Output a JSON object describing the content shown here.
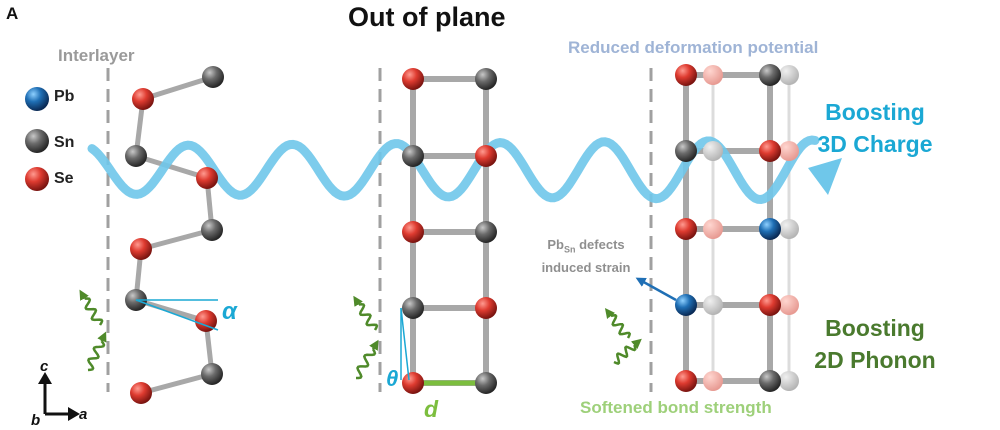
{
  "panel_letter": "A",
  "title": "Out of plane",
  "labels": {
    "interlayer": "Interlayer",
    "reduced_deformation": "Reduced deformation potential",
    "softened_bond": "Softened bond strength",
    "boosting_3d_line1": "Boosting",
    "boosting_3d_line2": "3D Charge",
    "boosting_2d_line1": "Boosting",
    "boosting_2d_line2": "2D Phonon",
    "defect_main": "Pb",
    "defect_sub": "Sn",
    "defect_line1_rest": " defects",
    "defect_line2": "induced strain"
  },
  "legend": [
    {
      "label": "Pb",
      "color": "#1f6fb5"
    },
    {
      "label": "Sn",
      "color": "#6e6e6e"
    },
    {
      "label": "Se",
      "color": "#d9352a"
    }
  ],
  "symbols": {
    "alpha": "α",
    "theta": "θ",
    "d": "d"
  },
  "axes": {
    "c": "c",
    "a": "a",
    "b": "b"
  },
  "colors": {
    "wave": "#6fc7ea",
    "bond": "#a8a8a8",
    "dashed": "#a0a0a0",
    "charge_text": "#1ba8d4",
    "phonon_text": "#4a7a2e",
    "phonon_arrow": "#4f8a2a",
    "d_bar": "#7cbe3e",
    "defect_arrow": "#1f6fb5"
  }
}
